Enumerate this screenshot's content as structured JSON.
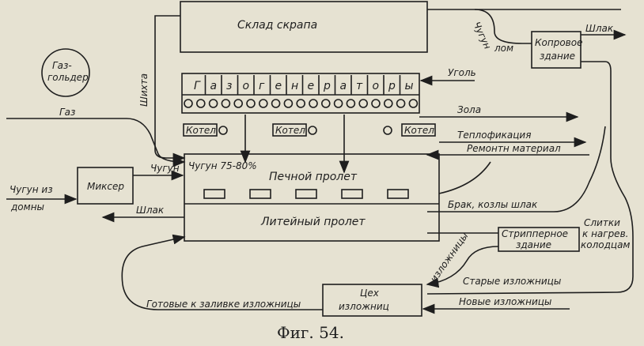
{
  "figure": {
    "caption": "Фиг. 54.",
    "nodes": {
      "scrap_store": "Склад скрапа",
      "gas_generators": [
        "Г",
        "а",
        "з",
        "о",
        "г",
        "е",
        "н",
        "е",
        "р",
        "а",
        "т",
        "о",
        "р",
        "ы"
      ],
      "boilers": [
        "Котел",
        "Котел",
        "Котел"
      ],
      "gasholder": [
        "Газ-",
        "гольдер"
      ],
      "mixer": "Миксер",
      "furnace_bay": "Печной пролет",
      "casting_bay": "Литейный пролет",
      "pile_building": [
        "Копровое",
        "здание"
      ],
      "stripper_building": [
        "Стрипперное",
        "здание"
      ],
      "mold_shop": [
        "Цех",
        "изложниц"
      ]
    },
    "labels": {
      "charge": "Шихта",
      "gas": "Газ",
      "pig_iron_scrap": "Чугун",
      "scrap": "лом",
      "slag_out": "Шлак",
      "coal": "Уголь",
      "ash": "Зола",
      "heating": "Теплофикация",
      "repair_material": "Ремонтн материал",
      "iron_pct": "Чугун 75-80%",
      "iron_from_blast": [
        "Чугун из",
        "домны"
      ],
      "slag_left": "Шлак",
      "rejects": "Брак, козлы шлак",
      "ingots": [
        "Слитки",
        "к нагрев.",
        "колодцам"
      ],
      "molds": "изложницы",
      "old_molds": "Старые изложницы",
      "new_molds": "Новые изложницы",
      "ready_molds": "Готовые к заливке изложницы"
    }
  }
}
